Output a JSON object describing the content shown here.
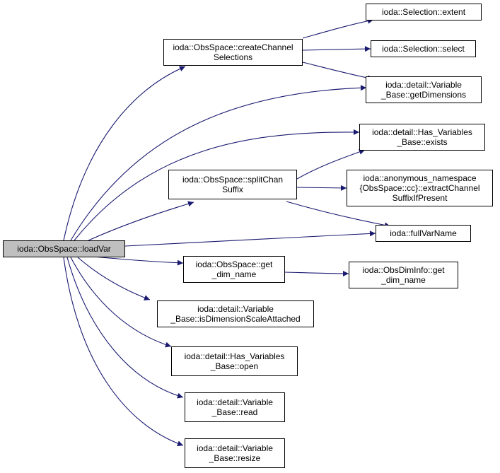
{
  "colors": {
    "edge": "#191970",
    "root_fill": "#bfbfbf",
    "node_fill": "#ffffff",
    "border": "#000000"
  },
  "nodes": {
    "loadVar": {
      "lines": [
        "ioda::ObsSpace::loadVar"
      ]
    },
    "createChannelSelections": {
      "lines": [
        "ioda::ObsSpace::createChannel",
        "Selections"
      ]
    },
    "selectionExtent": {
      "lines": [
        "ioda::Selection::extent"
      ]
    },
    "selectionSelect": {
      "lines": [
        "ioda::Selection::select"
      ]
    },
    "getDimensions": {
      "lines": [
        "ioda::detail::Variable",
        "_Base::getDimensions"
      ]
    },
    "hasVarExists": {
      "lines": [
        "ioda::detail::Has_Variables",
        "_Base::exists"
      ]
    },
    "splitChanSuffix": {
      "lines": [
        "ioda::ObsSpace::splitChan",
        "Suffix"
      ]
    },
    "extractChannelSuffix": {
      "lines": [
        "ioda::anonymous_namespace",
        "{ObsSpace::cc}::extractChannel",
        "SuffixIfPresent"
      ]
    },
    "fullVarName": {
      "lines": [
        "ioda::fullVarName"
      ]
    },
    "getDimName": {
      "lines": [
        "ioda::ObsSpace::get",
        "_dim_name"
      ]
    },
    "obsDimInfoGetDimName": {
      "lines": [
        "ioda::ObsDimInfo::get",
        "_dim_name"
      ]
    },
    "isDimensionScaleAttached": {
      "lines": [
        "ioda::detail::Variable",
        "_Base::isDimensionScaleAttached"
      ]
    },
    "hasVarOpen": {
      "lines": [
        "ioda::detail::Has_Variables",
        "_Base::open"
      ]
    },
    "variableRead": {
      "lines": [
        "ioda::detail::Variable",
        "_Base::read"
      ]
    },
    "variableResize": {
      "lines": [
        "ioda::detail::Variable",
        "_Base::resize"
      ]
    }
  }
}
